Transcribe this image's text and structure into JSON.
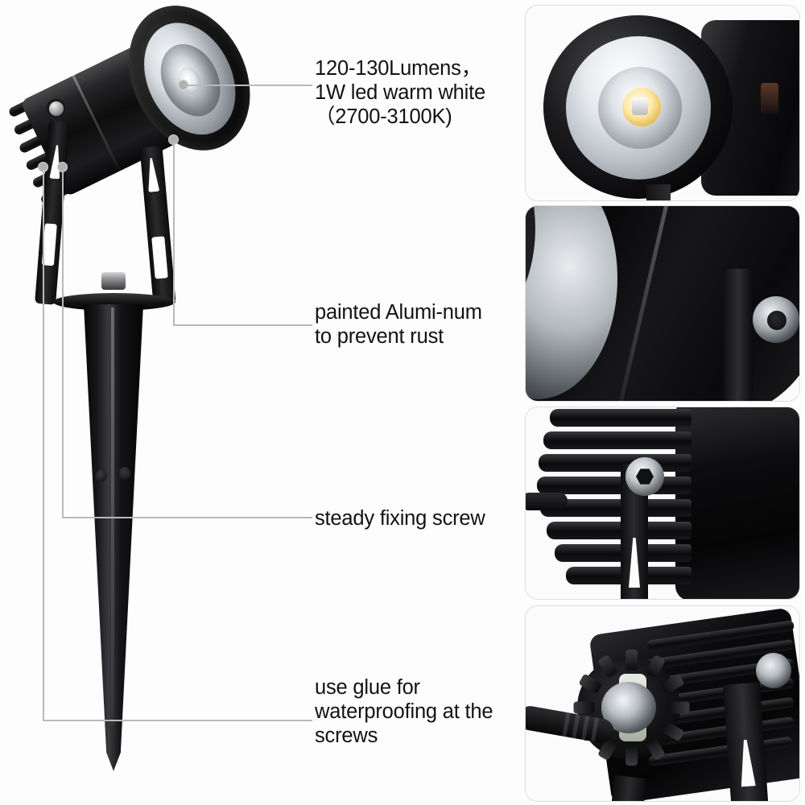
{
  "page": {
    "type": "product-infographic",
    "background_color": "#fdfdfd",
    "text_color": "#121212",
    "leader_line_color": "#b9b9b9",
    "panel_border_color": "#dcdcdc"
  },
  "hero": {
    "name": "LED garden spike spotlight",
    "alt": "Black aluminium LED spotlight with adjustable yoke bracket mounted on a long ground spike"
  },
  "callouts": [
    {
      "id": "lumens",
      "text": "120-130Lumens，\n1W led warm white\n（2700-3100K)",
      "anchor": "led-lens"
    },
    {
      "id": "material",
      "text": "painted Alumi-num\nto prevent rust",
      "anchor": "housing-body"
    },
    {
      "id": "screw",
      "text": "steady fixing screw",
      "anchor": "fixing-screw"
    },
    {
      "id": "glue",
      "text": "use glue for\nwaterproofing at the\nscrews",
      "anchor": "rear-screws"
    }
  ],
  "panels": [
    {
      "id": "panel-lens",
      "caption": "LED lens and warm white emitter close-up"
    },
    {
      "id": "panel-body",
      "caption": "Painted aluminium housing close-up with bolt"
    },
    {
      "id": "panel-finsscrew",
      "caption": "Heat sink fins with hex fixing screw and bracket"
    },
    {
      "id": "panel-gland",
      "caption": "Rear cable gland and glue-sealed screws"
    }
  ]
}
